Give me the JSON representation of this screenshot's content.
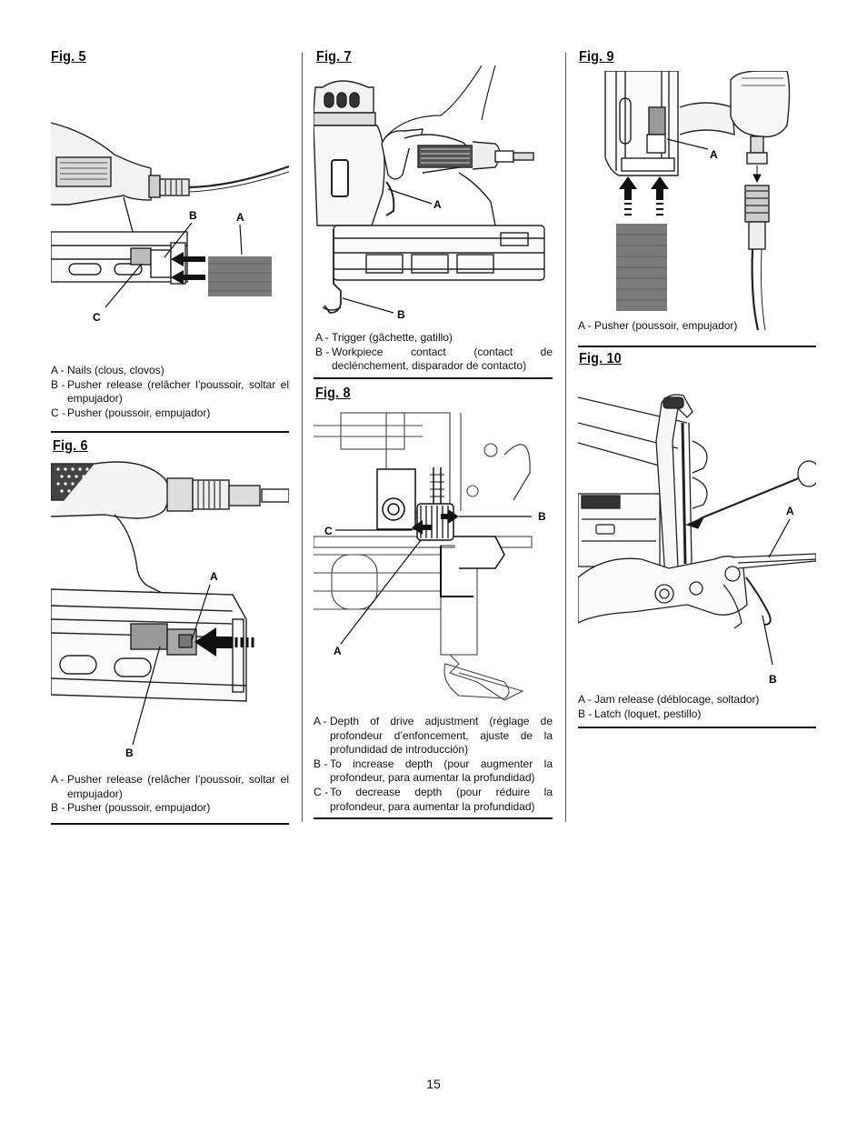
{
  "page_number": "15",
  "fig5": {
    "title": "Fig. 5",
    "labels": {
      "a": "A",
      "b": "B",
      "c": "C"
    },
    "captions": [
      {
        "key": "A -",
        "text": "Nails (clous, clovos)"
      },
      {
        "key": "B -",
        "text": "Pusher release (relâcher l’poussoir, soltar el empujador)"
      },
      {
        "key": "C -",
        "text": "Pusher (poussoir, empujador)"
      }
    ]
  },
  "fig6": {
    "title": "Fig. 6",
    "labels": {
      "a": "A",
      "b": "B"
    },
    "captions": [
      {
        "key": "A -",
        "text": "Pusher release (relâcher l’poussoir, soltar el empujador)"
      },
      {
        "key": "B -",
        "text": "Pusher (poussoir, empujador)"
      }
    ]
  },
  "fig7": {
    "title": "Fig. 7",
    "labels": {
      "a": "A",
      "b": "B"
    },
    "captions": [
      {
        "key": "A -",
        "text": "Trigger (gâchette, gatillo)"
      },
      {
        "key": "B -",
        "text": "Workpiece contact (contact de declénchement, disparador de contacto)"
      }
    ]
  },
  "fig8": {
    "title": "Fig. 8",
    "labels": {
      "a": "A",
      "b": "B",
      "c": "C"
    },
    "captions": [
      {
        "key": "A -",
        "text": "Depth of drive adjustment (réglage de profondeur d’enfoncement, ajuste de la profundidad de introducción)"
      },
      {
        "key": "B -",
        "text": "To increase depth (pour augmenter la profondeur, para aumentar la profundidad)"
      },
      {
        "key": "C -",
        "text": "To decrease depth (pour réduire la profondeur, para aumentar la profundidad)"
      }
    ]
  },
  "fig9": {
    "title": "Fig. 9",
    "labels": {
      "a": "A"
    },
    "captions": [
      {
        "key": "A -",
        "text": "Pusher (poussoir, empujador)"
      }
    ]
  },
  "fig10": {
    "title": "Fig. 10",
    "labels": {
      "a": "A",
      "b": "B"
    },
    "captions": [
      {
        "key": "A -",
        "text": "Jam release (déblocage, soltador)"
      },
      {
        "key": "B -",
        "text": "Latch (loquet, pestillo)"
      }
    ]
  }
}
